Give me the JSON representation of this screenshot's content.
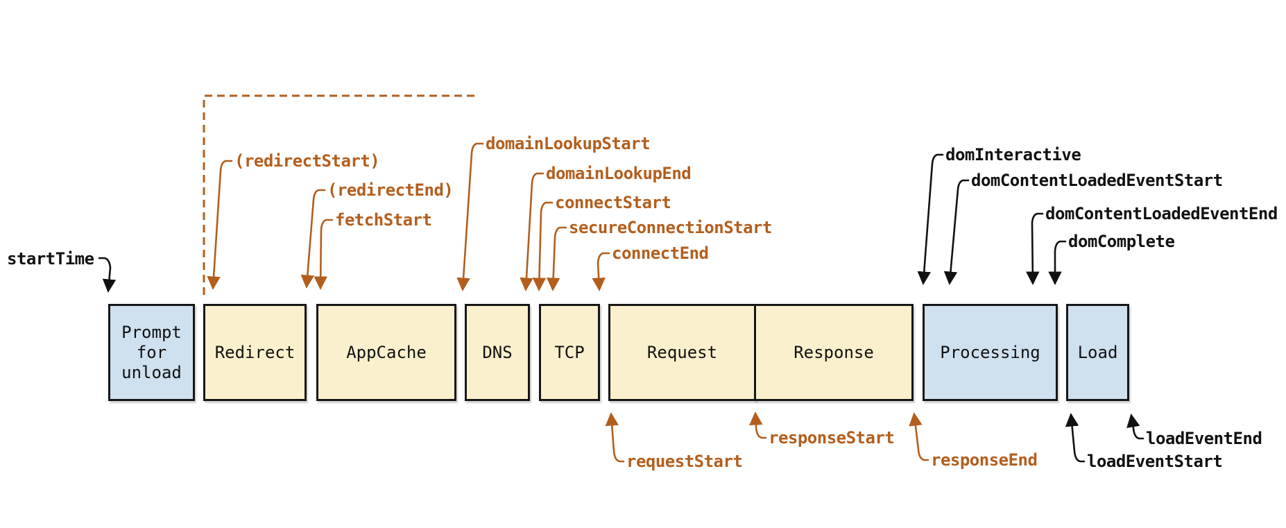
{
  "diagram": {
    "colors": {
      "accent_orange": "#b35e1d",
      "label_black": "#111111",
      "box_yellow": "#faf0cd",
      "box_blue": "#cfe0ef"
    },
    "phases": [
      {
        "label": "Prompt for unload"
      },
      {
        "label": "Redirect"
      },
      {
        "label": "AppCache"
      },
      {
        "label": "DNS"
      },
      {
        "label": "TCP"
      },
      {
        "label": "Request"
      },
      {
        "label": "Response"
      },
      {
        "label": "Processing"
      },
      {
        "label": "Load"
      }
    ],
    "events": [
      {
        "label": "startTime"
      },
      {
        "label": "(redirectStart)"
      },
      {
        "label": "(redirectEnd)"
      },
      {
        "label": "fetchStart"
      },
      {
        "label": "domainLookupStart"
      },
      {
        "label": "domainLookupEnd"
      },
      {
        "label": "connectStart"
      },
      {
        "label": "secureConnectionStart"
      },
      {
        "label": "connectEnd"
      },
      {
        "label": "requestStart"
      },
      {
        "label": "responseStart"
      },
      {
        "label": "responseEnd"
      },
      {
        "label": "domInteractive"
      },
      {
        "label": "domContentLoadedEventStart"
      },
      {
        "label": "domContentLoadedEventEnd"
      },
      {
        "label": "domComplete"
      },
      {
        "label": "loadEventStart"
      },
      {
        "label": "loadEventEnd"
      }
    ]
  }
}
